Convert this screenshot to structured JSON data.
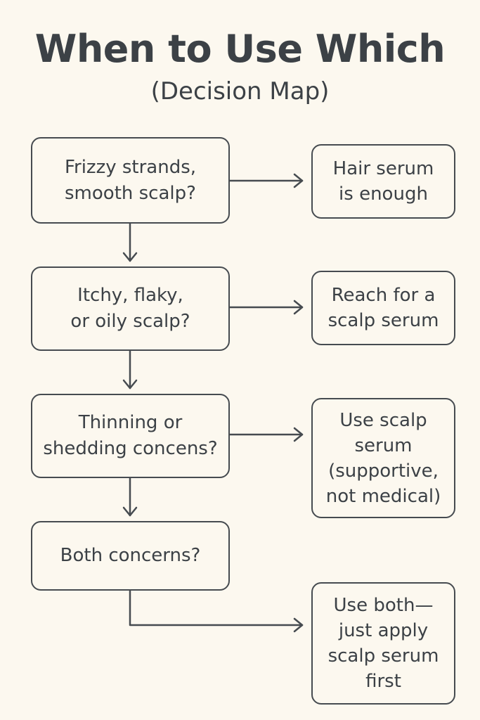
{
  "title": "When to Use Which",
  "subtitle": "(Decision Map)",
  "questions": [
    {
      "text": "Frizzy strands,\nsmooth scalp?"
    },
    {
      "text": "Itchy, flaky,\nor oily scalp?"
    },
    {
      "text": "Thinning or\nshedding concens?"
    },
    {
      "text": "Both concerns?"
    }
  ],
  "answers": [
    {
      "text": "Hair serum\nis enough"
    },
    {
      "text": "Reach for a\nscalp serum"
    },
    {
      "text": "Use scalp\nserum\n(supportive,\nnot medical)"
    },
    {
      "text": "Use both—\njust apply\nscalp serum\nfirst"
    }
  ]
}
